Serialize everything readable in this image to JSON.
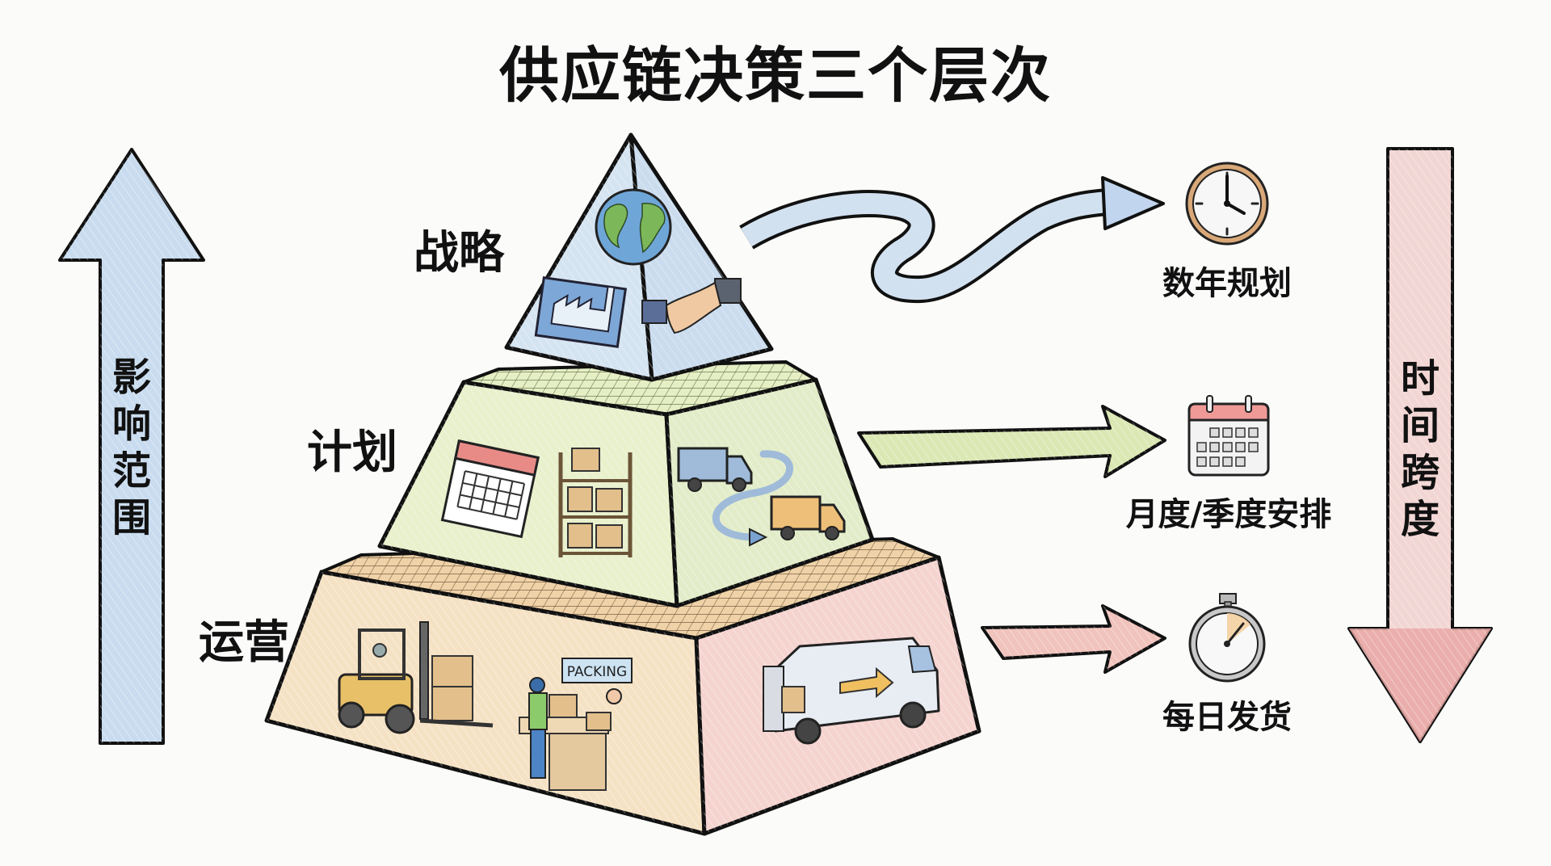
{
  "title": "供应链决策三个层次",
  "left_axis": {
    "label": "影响范围",
    "direction": "up",
    "color": "#a9c6e6"
  },
  "right_axis": {
    "label": "时间跨度",
    "direction": "down",
    "color": "#e7a5a3"
  },
  "tiers": [
    {
      "name": "战略",
      "color": "#cfe0ef",
      "icons": [
        "globe-icon",
        "factory-blueprint-icon",
        "handshake-icon"
      ],
      "time_label": "数年规划",
      "time_icon": "clock-icon",
      "arrow_style": "wavy",
      "arrow_color": "#c5d9ee"
    },
    {
      "name": "计划",
      "color": "#e3edc6",
      "icons": [
        "calendar-icon",
        "warehouse-shelf-icon",
        "truck-route-icon"
      ],
      "time_label": "月度/季度安排",
      "time_icon": "calendar-icon",
      "arrow_style": "straight",
      "arrow_color": "#cfe0a0"
    },
    {
      "name": "运营",
      "color": "#f4dfc0",
      "right_color": "#f3d2cf",
      "icons": [
        "forklift-icon",
        "packing-station-icon",
        "delivery-van-icon"
      ],
      "packing_sign": "PACKING",
      "time_label": "每日发货",
      "time_icon": "stopwatch-icon",
      "arrow_style": "straight",
      "arrow_color": "#efb2ac"
    }
  ]
}
